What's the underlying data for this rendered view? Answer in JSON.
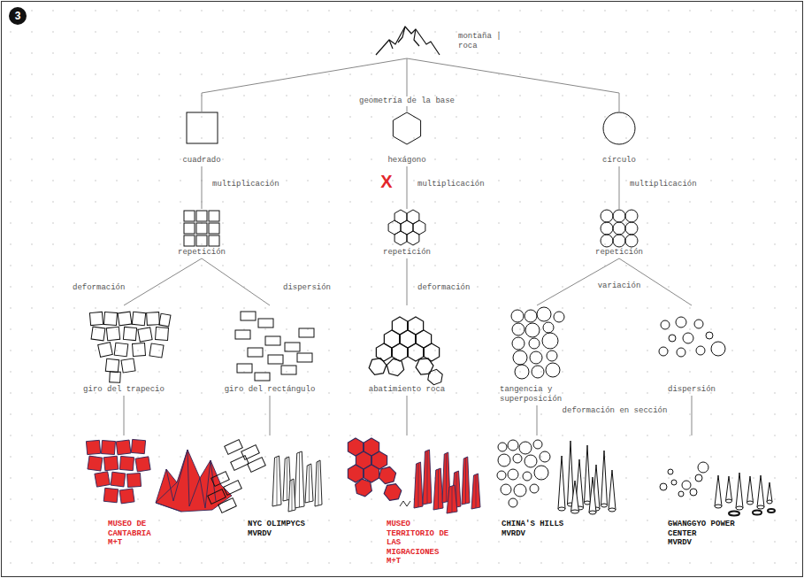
{
  "diagram": {
    "nodes": [
      {
        "text": [
          "montaña | roca"
        ]
      },
      {
        "text": [
          "cuadrado"
        ]
      },
      {
        "text": [
          "hexágono"
        ]
      },
      {
        "text": [
          "círculo"
        ]
      },
      {
        "text": [
          "repetición"
        ]
      },
      {
        "text": [
          "repetición"
        ]
      },
      {
        "text": [
          "repetición"
        ]
      },
      {
        "text": [
          "giro del trapecio"
        ]
      },
      {
        "text": [
          "giro del rectángulo"
        ]
      },
      {
        "text": [
          "abatimiento roca"
        ]
      },
      {
        "text": [
          "tangencia y superposición"
        ]
      },
      {
        "text": [
          "dispersión"
        ]
      },
      {
        "text": [
          "MUSEO DE CANTABRIA",
          "M+T"
        ]
      },
      {
        "text": [
          "NYC OLIMPYCS",
          "MVRDV"
        ]
      },
      {
        "text": [
          "MUSEO TERRITORIO DE LAS MIGRACIONES",
          "M+T"
        ]
      },
      {
        "text": [
          "CHINA'S HILLS",
          "MVRDV"
        ]
      },
      {
        "text": [
          "GWANGGYO POWER CENTER",
          "MVRDV"
        ]
      }
    ],
    "edges": [
      {
        "from": 0,
        "to": 1,
        "arrow": "none"
      },
      {
        "from": 0,
        "to": 2,
        "label": "geometría de la base",
        "arrow": "none"
      },
      {
        "from": 0,
        "to": 3,
        "arrow": "none"
      },
      {
        "from": 1,
        "to": 4,
        "label": "multiplicación",
        "arrow": "none"
      },
      {
        "from": 2,
        "to": 5,
        "label": "multiplicación",
        "arrow": "none"
      },
      {
        "from": 3,
        "to": 6,
        "label": "multiplicación",
        "arrow": "none"
      },
      {
        "from": 4,
        "to": 7,
        "label": "deformación",
        "arrow": "none"
      },
      {
        "from": 4,
        "to": 8,
        "label": "dispersión",
        "arrow": "none"
      },
      {
        "from": 5,
        "to": 9,
        "label": "deformación",
        "arrow": "none"
      },
      {
        "from": 6,
        "to": 10,
        "label": "variación",
        "arrow": "none"
      },
      {
        "from": 6,
        "to": 11,
        "arrow": "none"
      },
      {
        "from": 7,
        "to": 12,
        "arrow": "none"
      },
      {
        "from": 8,
        "to": 13,
        "arrow": "none"
      },
      {
        "from": 9,
        "to": 14,
        "arrow": "none"
      },
      {
        "from": 10,
        "to": 15,
        "arrow": "none"
      },
      {
        "from": 11,
        "to": 16,
        "arrow": "none"
      }
    ],
    "labels": [
      "3",
      "X",
      "deformación en sección"
    ]
  }
}
